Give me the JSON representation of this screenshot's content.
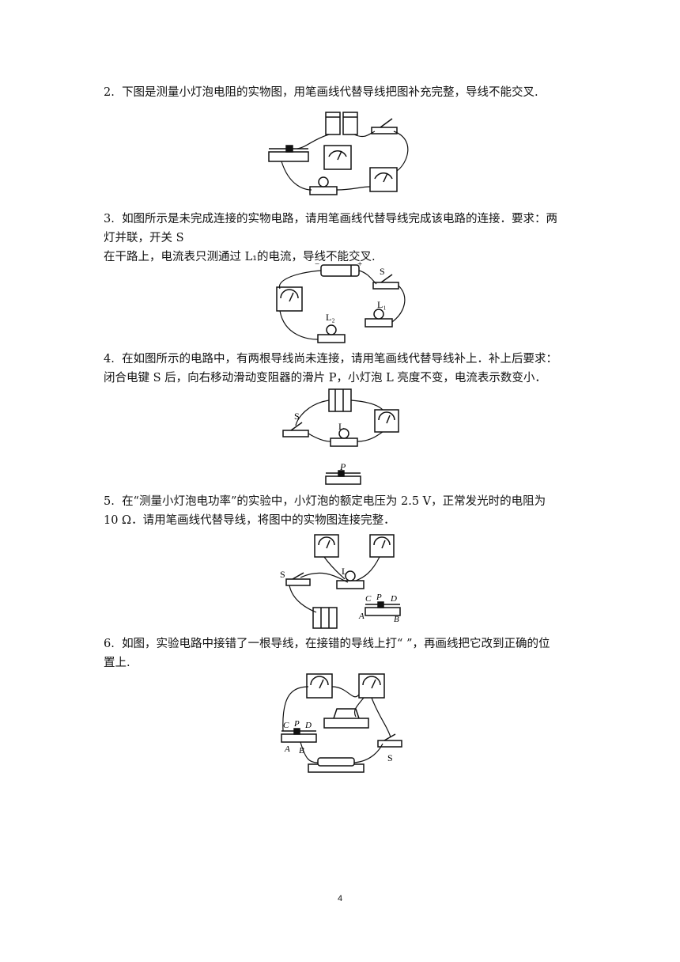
{
  "questions": [
    {
      "number": "2.",
      "lines": [
        "下图是测量小灯泡电阻的实物图，用笔画线代替导线把图补充完整，导线不能交叉."
      ]
    },
    {
      "number": "3.",
      "lines": [
        "如图所示是未完成连接的实物电路，请用笔画线代替导线完成该电路的连接．要求：两",
        "灯并联，开关 S",
        "在干路上，电流表只测通过 L₁的电流，导线不能交叉."
      ]
    },
    {
      "number": "4.",
      "lines": [
        "在如图所示的电路中，有两根导线尚未连接，请用笔画线代替导线补上．补上后要求：",
        "闭合电键 S 后，向右移动滑动变阻器的滑片 P，小灯泡 L 亮度不变，电流表示数变小．"
      ]
    },
    {
      "number": "5.",
      "lines": [
        "在“测量小灯泡电功率”的实验中，小灯泡的额定电压为 2.5 V，正常发光时的电阻为",
        "10 Ω．请用笔画线代替导线，将图中的实物图连接完整．"
      ]
    },
    {
      "number": "6.",
      "lines": [
        "如图，实验电路中接错了一根导线，在接错的导线上打“    ”，再画线把它改到正确的位",
        "置上."
      ]
    }
  ],
  "figure_labels": {
    "fig3": {
      "minus": "−",
      "plus": "+",
      "switch": "S",
      "lamp1": "L₁",
      "lamp2": "L₂"
    },
    "fig4": {
      "switch": "S",
      "lamp": "L",
      "slider": "P"
    },
    "fig5": {
      "switch": "S",
      "lamp": "L",
      "c": "C",
      "p": "P",
      "d": "D",
      "a": "A",
      "b": "B"
    },
    "fig6": {
      "c": "C",
      "p": "P",
      "d": "D",
      "a": "A",
      "b": "B",
      "switch": "S"
    }
  },
  "page_number": "4"
}
